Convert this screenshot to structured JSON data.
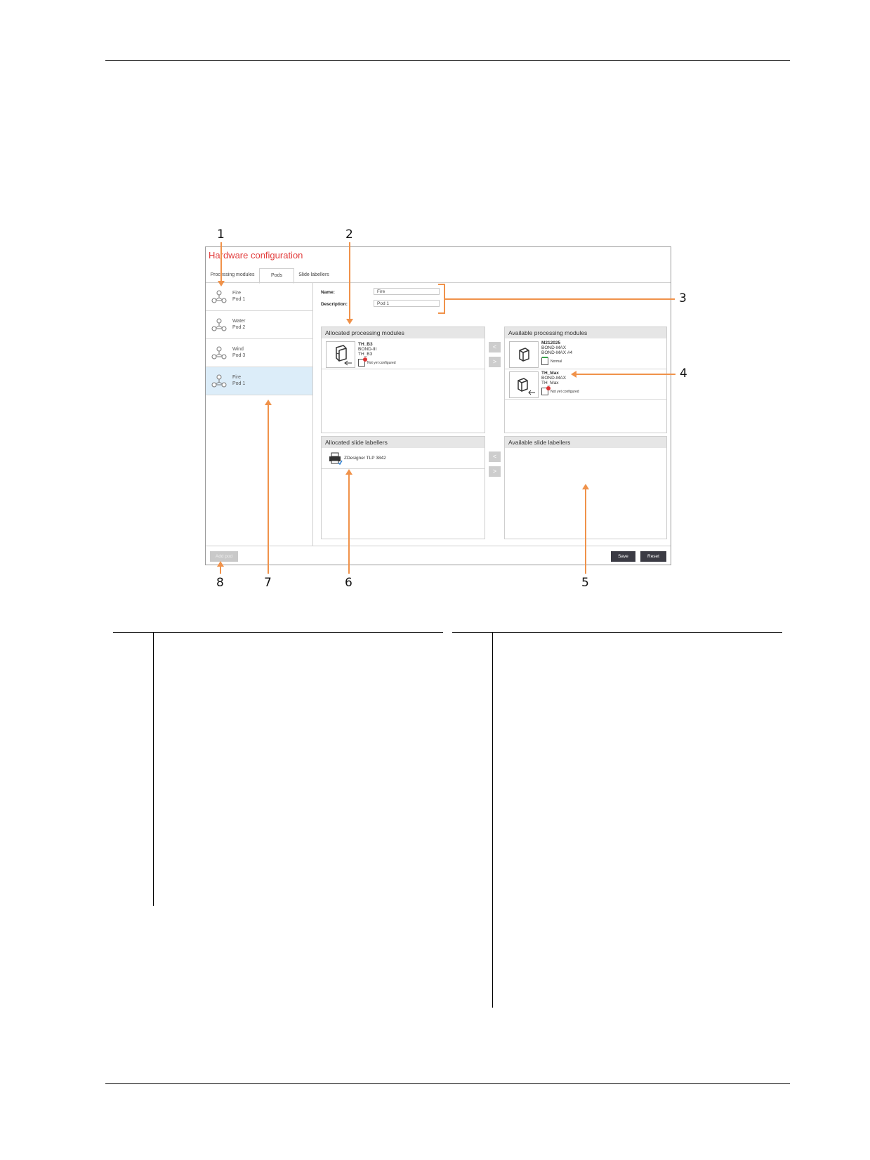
{
  "callouts": [
    "1",
    "2",
    "3",
    "4",
    "5",
    "6",
    "7",
    "8"
  ],
  "app": {
    "title": "Hardware configuration",
    "tabs": [
      "Processing modules",
      "Pods",
      "Slide labellers"
    ],
    "pods": [
      {
        "name": "Fire",
        "sub": "Pod 1"
      },
      {
        "name": "Water",
        "sub": "Pod 2"
      },
      {
        "name": "Wind",
        "sub": "Pod 3"
      },
      {
        "name": "Fire",
        "sub": "Pod 1"
      }
    ],
    "form": {
      "name_label": "Name:",
      "name_value": "Fire",
      "desc_label": "Description:",
      "desc_value": "Pod 1"
    },
    "allocated_modules": {
      "title": "Allocated processing modules",
      "items": [
        {
          "l1": "TH_B3",
          "l2": "BOND-III",
          "l3": "TH_B3",
          "status": "Not yet configured"
        }
      ]
    },
    "available_modules": {
      "title": "Available processing modules",
      "items": [
        {
          "l1": "M212025",
          "l2": "BOND-MAX",
          "l3": "BOND-MAX #4",
          "status": "Normal"
        },
        {
          "l1": "TH_Max",
          "l2": "BOND-MAX",
          "l3": "TH_Max",
          "status": "Not yet configured"
        }
      ]
    },
    "allocated_labellers": {
      "title": "Allocated slide labellers",
      "items": [
        "ZDesigner TLP 3842"
      ]
    },
    "available_labellers": {
      "title": "Available slide labellers"
    },
    "move_left": "<",
    "move_right": ">",
    "buttons": {
      "add_pod": "Add pod",
      "save": "Save",
      "reset": "Reset"
    },
    "colors": {
      "title": "#e23b3b",
      "selected_row": "#dcedf9",
      "button": "#3b3b44",
      "callout": "#f0924a"
    }
  }
}
